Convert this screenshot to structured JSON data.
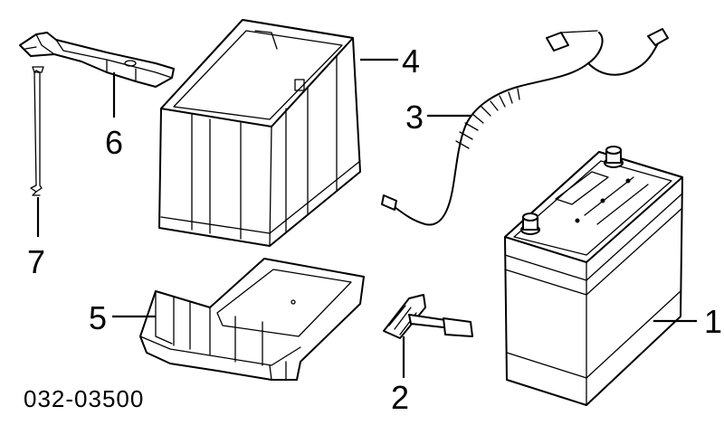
{
  "diagram": {
    "part_number": "032-03500",
    "callouts": [
      {
        "label": "1",
        "part": "battery",
        "icon": "battery-icon"
      },
      {
        "label": "2",
        "part": "bolt",
        "icon": "bolt-icon"
      },
      {
        "label": "3",
        "part": "cable",
        "icon": "cable-icon"
      },
      {
        "label": "4",
        "part": "box",
        "icon": "battery-box-icon"
      },
      {
        "label": "5",
        "part": "tray",
        "icon": "battery-tray-icon"
      },
      {
        "label": "6",
        "part": "bracket",
        "icon": "hold-down-bracket-icon"
      },
      {
        "label": "7",
        "part": "rod",
        "icon": "hold-down-rod-icon"
      }
    ]
  }
}
